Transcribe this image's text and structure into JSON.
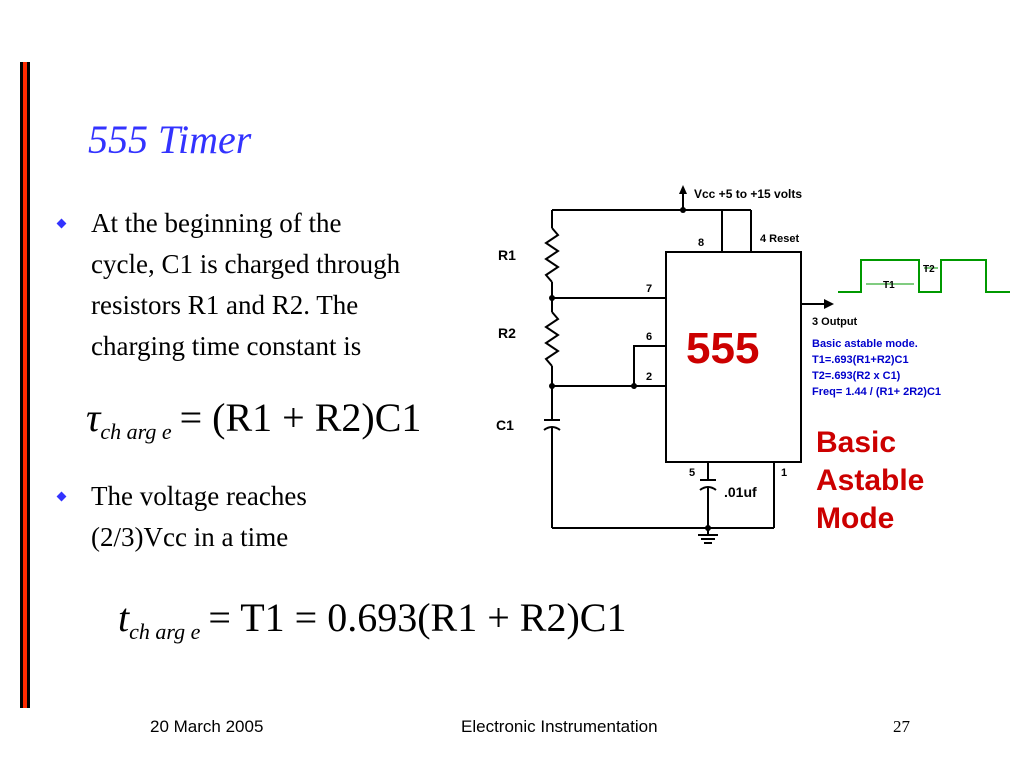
{
  "slide": {
    "title": "555 Timer",
    "bullets": [
      {
        "lines": [
          "At the beginning of the",
          "cycle, C1 is charged through",
          "resistors R1 and R2. The",
          "charging time constant is"
        ]
      },
      {
        "lines": [
          "The voltage reaches",
          "(2/3)Vcc in a time"
        ]
      }
    ],
    "equation1": {
      "tau": "τ",
      "sub": "ch arg e",
      "rhs": "= (R1 + R2)C1"
    },
    "equation2": {
      "t": "t",
      "sub": "ch arg e",
      "rhs": "= T1 = 0.693(R1 + R2)C1"
    }
  },
  "circuit": {
    "supply_label": "Vcc +5 to +15 volts",
    "reset_label": "4 Reset",
    "chip_label": "555",
    "output_label": "3 Output",
    "pins": {
      "p8": "8",
      "p7": "7",
      "p6": "6",
      "p2": "2",
      "p5": "5",
      "p1": "1"
    },
    "components": {
      "r1": "R1",
      "r2": "R2",
      "c1": "C1",
      "cap": ".01uf"
    },
    "notes": [
      "Basic astable mode.",
      "T1=.693(R1+R2)C1",
      "T2=.693(R2 x C1)",
      "Freq= 1.44 / (R1+ 2R2)C1"
    ],
    "waveform_labels": {
      "t1": "T1",
      "t2": "T2"
    },
    "mode_label": [
      "Basic",
      "Astable",
      "Mode"
    ],
    "colors": {
      "chip_text": "#cc0000",
      "mode_text": "#cc0000",
      "notes_text": "#0000cc",
      "waveform": "#009900",
      "wire": "#000000"
    }
  },
  "footer": {
    "date": "20 March 2005",
    "title": "Electronic Instrumentation",
    "page": "27"
  }
}
